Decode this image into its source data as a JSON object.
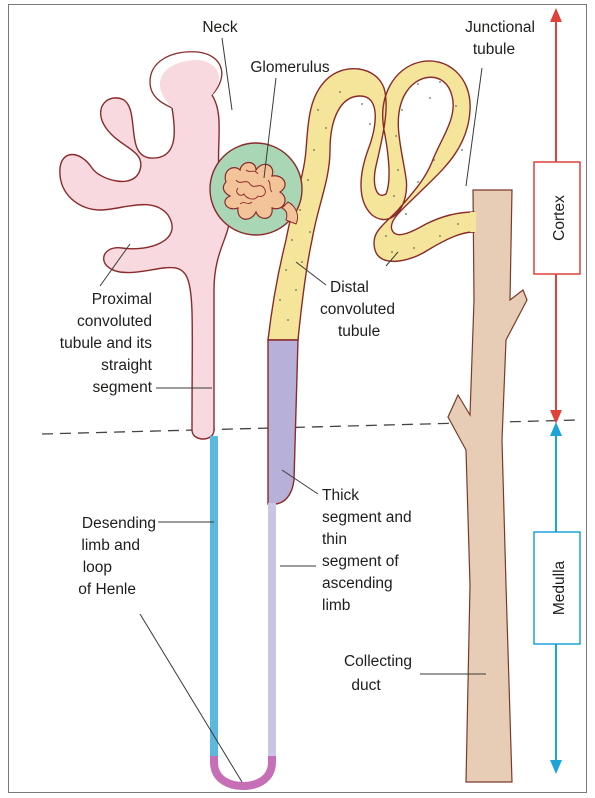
{
  "labels": {
    "neck": "Neck",
    "glomerulus": "Glomerulus",
    "junctional": [
      "Junctional",
      "tubule"
    ],
    "proximal": [
      "Proximal",
      "convoluted",
      "tubule and its",
      "straight",
      "segment"
    ],
    "distal": [
      "Distal",
      "convoluted",
      "tubule"
    ],
    "thick": [
      "Thick",
      "segment and",
      "thin",
      "segment of",
      "ascending",
      "limb"
    ],
    "descending": [
      "Desending",
      "limb and",
      "loop",
      "of Henle"
    ],
    "collecting": [
      "Collecting",
      "duct"
    ]
  },
  "zones": {
    "cortex": "Cortex",
    "medulla": "Medulla"
  },
  "colors": {
    "proximal_fill": "#f7d9df",
    "tubule_outline": "#8a2a2a",
    "distal_fill": "#f5e59a",
    "capsule_fill": "#a9d6b5",
    "glomerulus_fill": "#f3c39a",
    "thick_ascending": "#b7b1d9",
    "thin_ascending": "#c9c5e3",
    "descending_limb": "#5bb8df",
    "loop_bend": "#c76fb6",
    "collecting_duct": "#e8cdb6",
    "cortex_accent": "#e0413b",
    "medulla_accent": "#1ca3d8"
  },
  "icons": [
    "cortex-range-arrow",
    "medulla-range-arrow",
    "cortex-medulla-boundary"
  ]
}
